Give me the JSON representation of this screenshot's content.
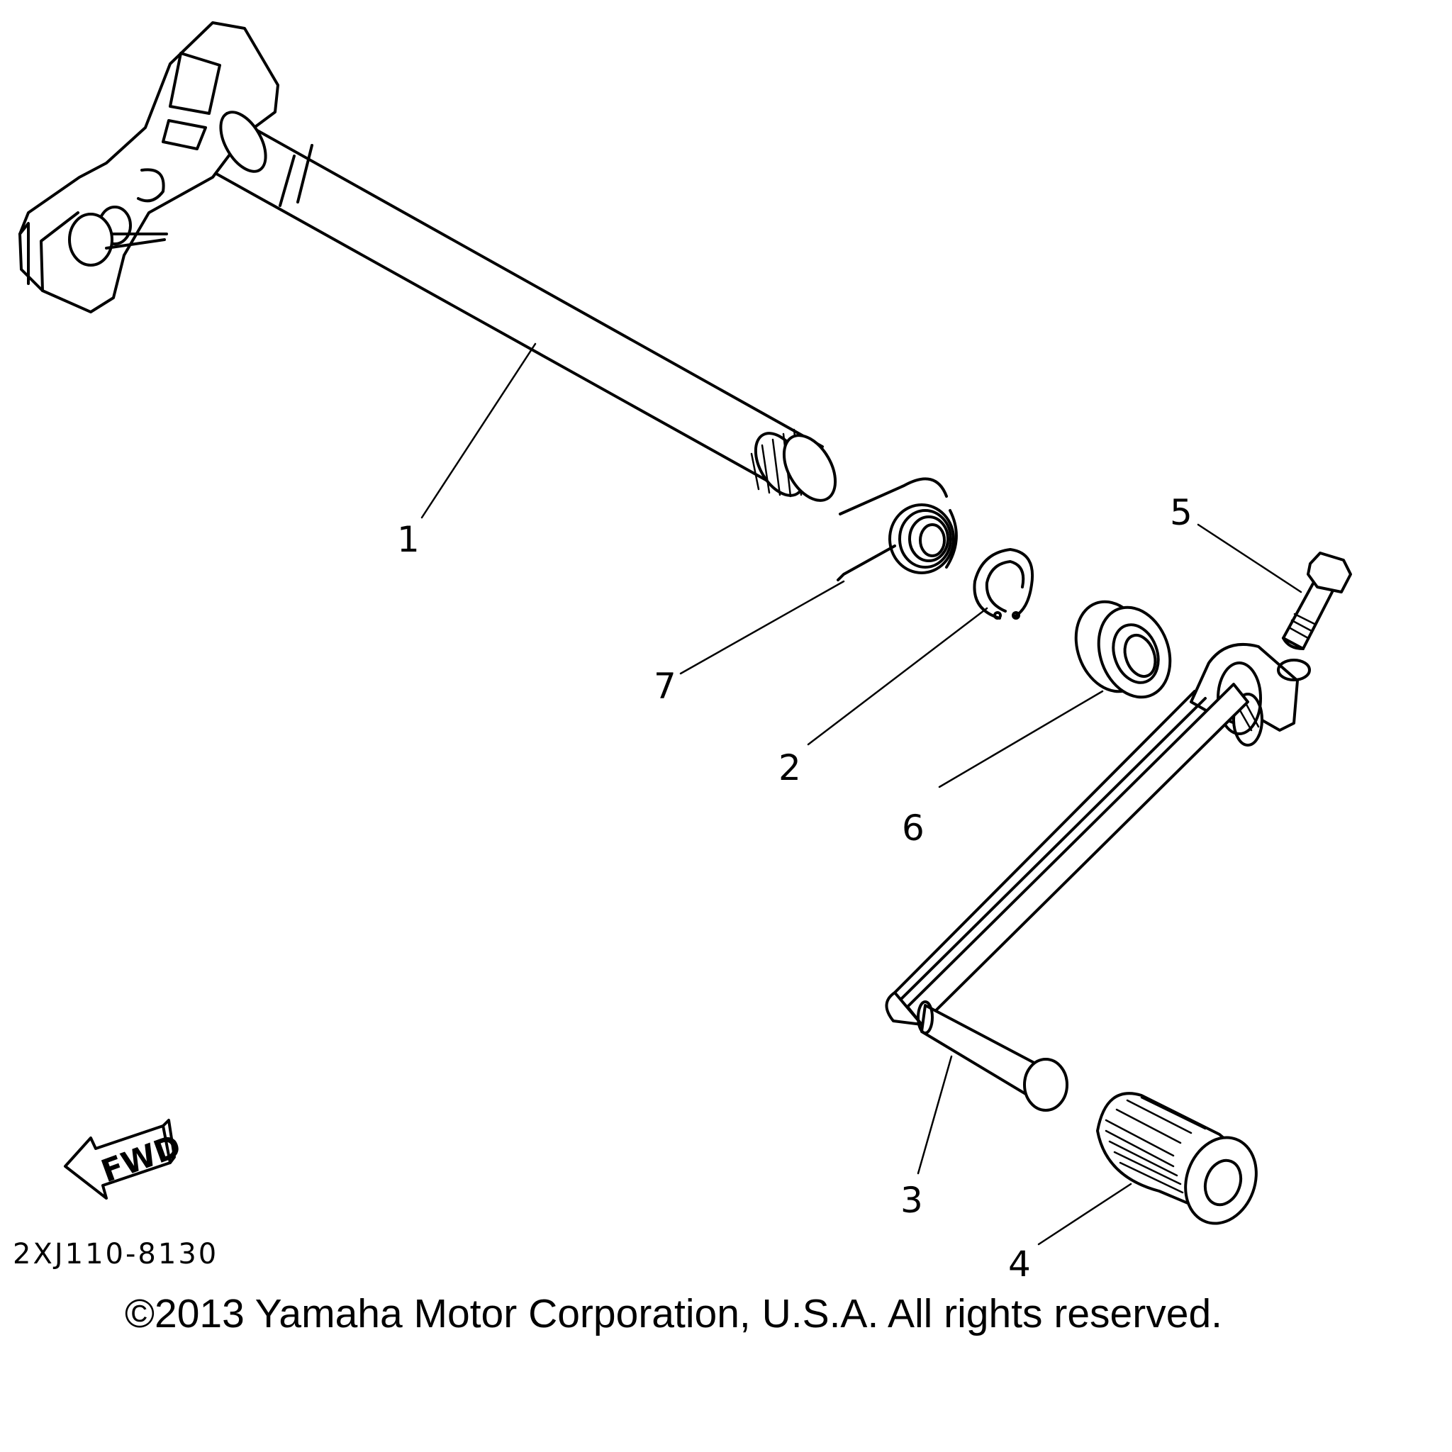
{
  "callouts": [
    {
      "id": "1",
      "text": "1",
      "part": "shift-shaft"
    },
    {
      "id": "2",
      "text": "2",
      "part": "circlip"
    },
    {
      "id": "3",
      "text": "3",
      "part": "shift-pedal"
    },
    {
      "id": "4",
      "text": "4",
      "part": "pedal-rubber"
    },
    {
      "id": "5",
      "text": "5",
      "part": "bolt"
    },
    {
      "id": "6",
      "text": "6",
      "part": "oil-seal"
    },
    {
      "id": "7",
      "text": "7",
      "part": "torsion-spring"
    }
  ],
  "fwd_label": "FWD",
  "diagram_code": "2XJ110-8130",
  "copyright": "©2013 Yamaha Motor Corporation, U.S.A. All rights reserved."
}
